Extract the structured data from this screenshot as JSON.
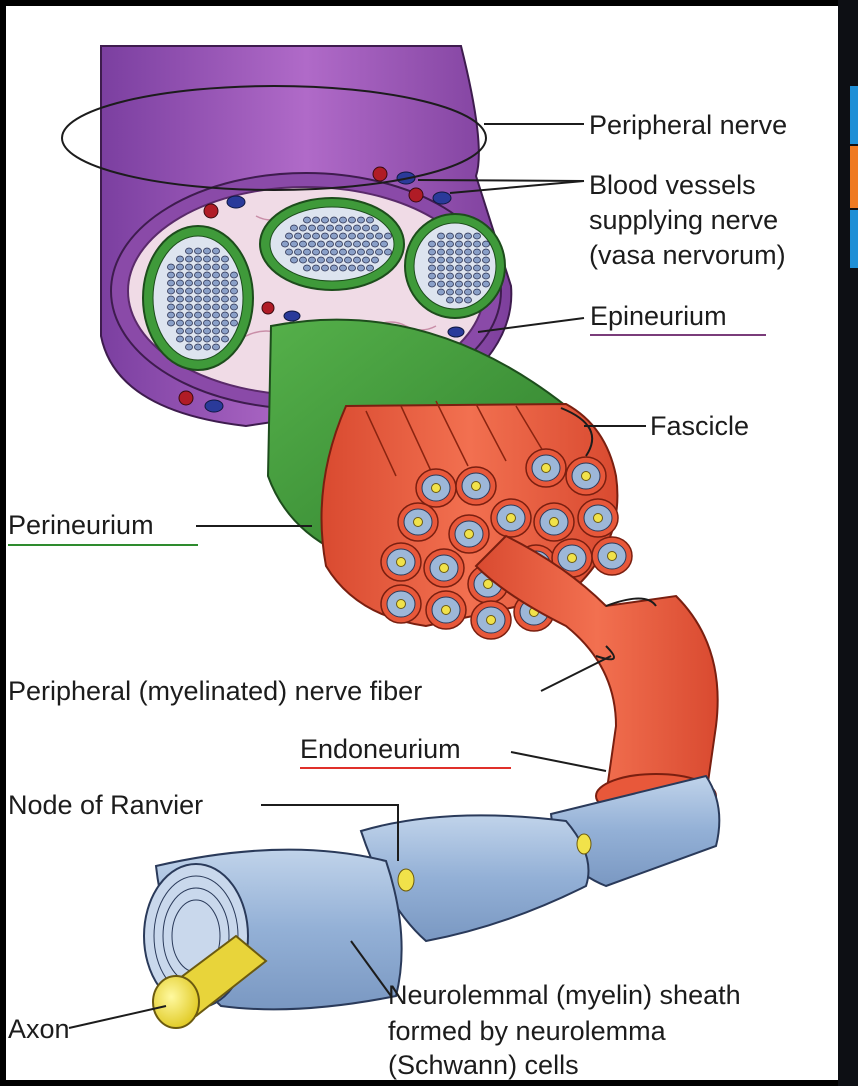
{
  "labels": {
    "peripheral_nerve": "Peripheral nerve",
    "blood_vessels_1": "Blood vessels",
    "blood_vessels_2": "supplying nerve",
    "blood_vessels_3": "(vasa nervorum)",
    "epineurium": "Epineurium",
    "fascicle": "Fascicle",
    "perineurium": "Perineurium",
    "nerve_fiber": "Peripheral (myelinated) nerve fiber",
    "endoneurium": "Endoneurium",
    "node_of_ranvier": "Node of Ranvier",
    "axon": "Axon",
    "sheath_1": "Neurolemmal (myelin) sheath",
    "sheath_2": "formed by neurolemma",
    "sheath_3": "(Schwann) cells"
  },
  "underline_colors": {
    "epineurium": "#7a3c7a",
    "perineurium": "#2e8b2e",
    "endoneurium": "#e0302a"
  },
  "colors": {
    "nerve_purple": "#a35bb9",
    "perineurium_green": "#3f9a3a",
    "fiber_red": "#e8583a",
    "myelin_blue": "#9db7d8",
    "axon_yellow": "#f1e24a",
    "edge_tab_blue": "#1f8fd6",
    "edge_tab_orange": "#ef7a22"
  }
}
